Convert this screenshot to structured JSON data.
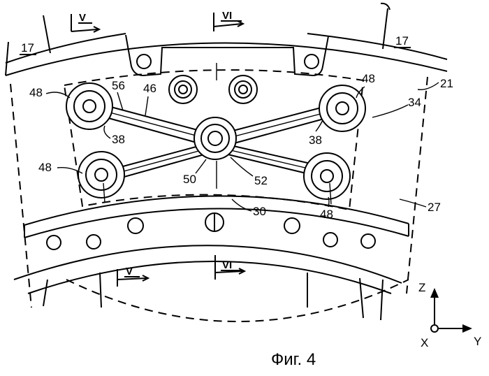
{
  "figure": {
    "caption": "Фиг. 4",
    "section_marks": {
      "left": "V",
      "right": "VI"
    },
    "labels": {
      "l17a": "17",
      "l17b": "17",
      "l21": "21",
      "l34": "34",
      "l27": "27",
      "l30": "30",
      "l48a": "48",
      "l48b": "48",
      "l48c": "48",
      "l48d": "48",
      "l56": "56",
      "l46": "46",
      "l38a": "38",
      "l38b": "38",
      "l50": "50",
      "l52": "52"
    },
    "axes": {
      "z": "Z",
      "y": "Y",
      "x": "X"
    }
  }
}
